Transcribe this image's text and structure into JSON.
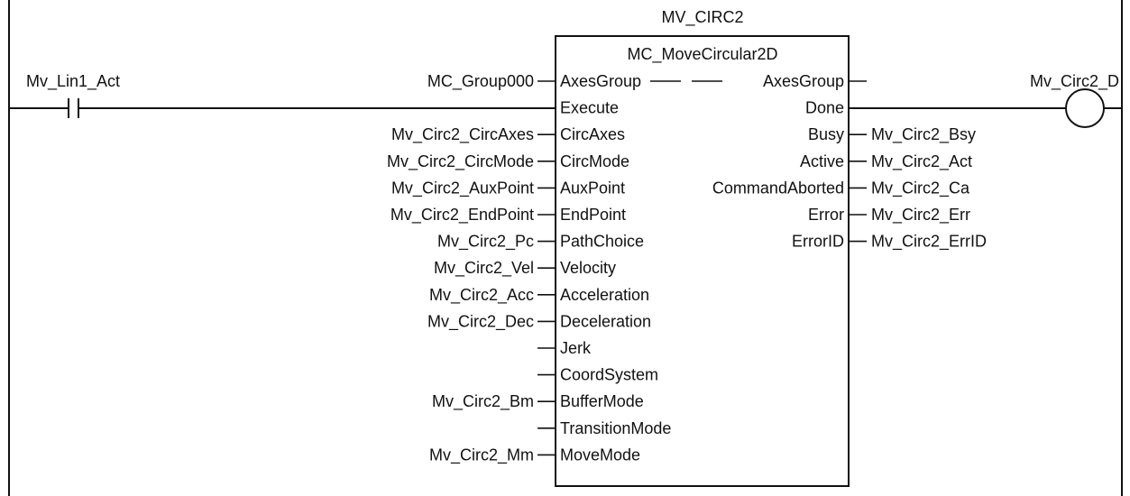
{
  "instance_name": "MV_CIRC2",
  "block_type": "MC_MoveCircular2D",
  "contact": {
    "label": "Mv_Lin1_Act"
  },
  "coil": {
    "label": "Mv_Circ2_D"
  },
  "inputs": [
    {
      "pin": "AxesGroup",
      "variable": "MC_Group000"
    },
    {
      "pin": "Execute",
      "variable": ""
    },
    {
      "pin": "CircAxes",
      "variable": "Mv_Circ2_CircAxes"
    },
    {
      "pin": "CircMode",
      "variable": "Mv_Circ2_CircMode"
    },
    {
      "pin": "AuxPoint",
      "variable": "Mv_Circ2_AuxPoint"
    },
    {
      "pin": "EndPoint",
      "variable": "Mv_Circ2_EndPoint"
    },
    {
      "pin": "PathChoice",
      "variable": "Mv_Circ2_Pc"
    },
    {
      "pin": "Velocity",
      "variable": "Mv_Circ2_Vel"
    },
    {
      "pin": "Acceleration",
      "variable": "Mv_Circ2_Acc"
    },
    {
      "pin": "Deceleration",
      "variable": "Mv_Circ2_Dec"
    },
    {
      "pin": "Jerk",
      "variable": ""
    },
    {
      "pin": "CoordSystem",
      "variable": ""
    },
    {
      "pin": "BufferMode",
      "variable": "Mv_Circ2_Bm"
    },
    {
      "pin": "TransitionMode",
      "variable": ""
    },
    {
      "pin": "MoveMode",
      "variable": "Mv_Circ2_Mm"
    }
  ],
  "outputs": [
    {
      "pin": "AxesGroup",
      "variable": ""
    },
    {
      "pin": "Done",
      "variable": ""
    },
    {
      "pin": "Busy",
      "variable": "Mv_Circ2_Bsy"
    },
    {
      "pin": "Active",
      "variable": "Mv_Circ2_Act"
    },
    {
      "pin": "CommandAborted",
      "variable": "Mv_Circ2_Ca"
    },
    {
      "pin": "Error",
      "variable": "Mv_Circ2_Err"
    },
    {
      "pin": "ErrorID",
      "variable": "Mv_Circ2_ErrID"
    }
  ]
}
